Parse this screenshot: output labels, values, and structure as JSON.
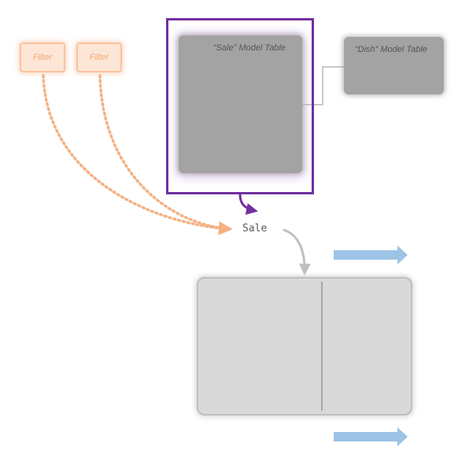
{
  "filters": [
    {
      "label": "Filter"
    },
    {
      "label": "Filter"
    }
  ],
  "sale_model_table": {
    "label": "“Sale” Model Table"
  },
  "dish_model_table": {
    "label": "“Dish” Model Table"
  },
  "sale_label": "Sale",
  "colors": {
    "filter_fill": "#fde6d6",
    "filter_border": "#f7c49f",
    "filter_text": "#f2a877",
    "filter_arrow": "#f4b183",
    "model_card": "#a3a3a3",
    "selection_border": "#7030a0",
    "connector": "#bfbfbf",
    "result_panel": "#d9d9d9",
    "blue_arrow": "#9dc3e6"
  }
}
